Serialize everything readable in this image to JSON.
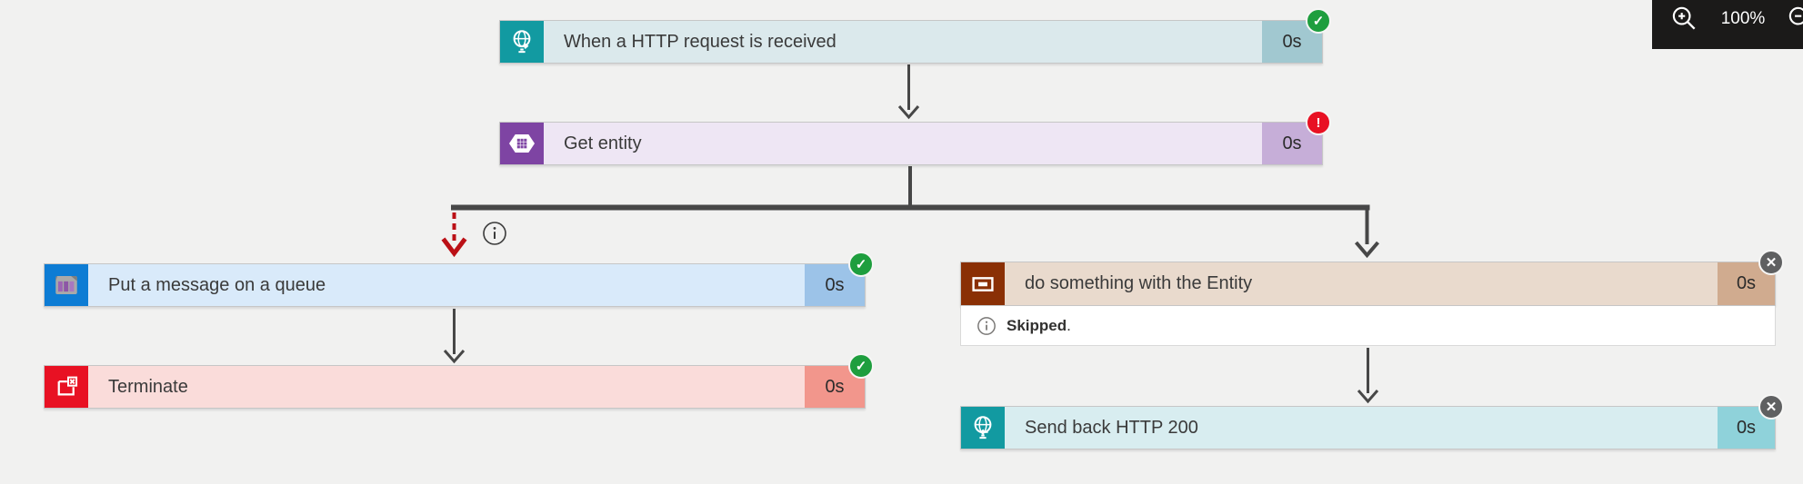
{
  "colors": {
    "canvas_bg": "#f1f1f0",
    "connector": "#474747",
    "failed_connector": "#bb1016",
    "node_border": "#c6c6c6",
    "title_text": "#3a3a3a",
    "toolbar_bg": "#1b1a19",
    "toolbar_text": "#ffffff",
    "status_panel_bg": "#ffffff",
    "badge_succeeded": "#1e9e3e",
    "badge_failed": "#e81123",
    "badge_skipped": "#5f6061"
  },
  "toolbar": {
    "zoom_level": "100%"
  },
  "nodes": [
    {
      "title": "When a HTTP request is received",
      "duration": "0s",
      "status": "succeeded",
      "badge_glyph": "✓",
      "icon": "http-request-icon",
      "colors": {
        "icon_bg": "#129aa1",
        "bar_bg": "#dbe9ec",
        "dur_bg": "#a1c8d0",
        "badge": "#1e9e3e"
      }
    },
    {
      "title": "Get entity",
      "duration": "0s",
      "status": "failed",
      "badge_glyph": "!",
      "icon": "table-storage-icon",
      "colors": {
        "icon_bg": "#7e44a3",
        "bar_bg": "#eee6f4",
        "dur_bg": "#c6aed8",
        "badge": "#e81123"
      }
    },
    {
      "title": "Put a message on a queue",
      "duration": "0s",
      "status": "succeeded",
      "badge_glyph": "✓",
      "icon": "queue-storage-icon",
      "colors": {
        "icon_bg": "#0d7cd4",
        "bar_bg": "#d9eafa",
        "dur_bg": "#9cc3e8",
        "badge": "#1e9e3e"
      }
    },
    {
      "title": "Terminate",
      "duration": "0s",
      "status": "succeeded",
      "badge_glyph": "✓",
      "icon": "terminate-icon",
      "colors": {
        "icon_bg": "#e81123",
        "bar_bg": "#fadcda",
        "dur_bg": "#f2968c",
        "badge": "#1e9e3e"
      }
    },
    {
      "title": "do something with the Entity",
      "duration": "0s",
      "status": "skipped",
      "badge_glyph": "✕",
      "status_message": "Skipped",
      "status_message_suffix": ".",
      "icon": "scope-icon",
      "colors": {
        "icon_bg": "#8a3005",
        "bar_bg": "#e9dacd",
        "dur_bg": "#d0ab8f",
        "badge": "#5f6061"
      }
    },
    {
      "title": "Send back HTTP 200",
      "duration": "0s",
      "status": "skipped",
      "badge_glyph": "✕",
      "icon": "http-response-icon",
      "colors": {
        "icon_bg": "#129aa1",
        "bar_bg": "#d8edf0",
        "dur_bg": "#8fd2da",
        "badge": "#5f6061"
      }
    }
  ]
}
